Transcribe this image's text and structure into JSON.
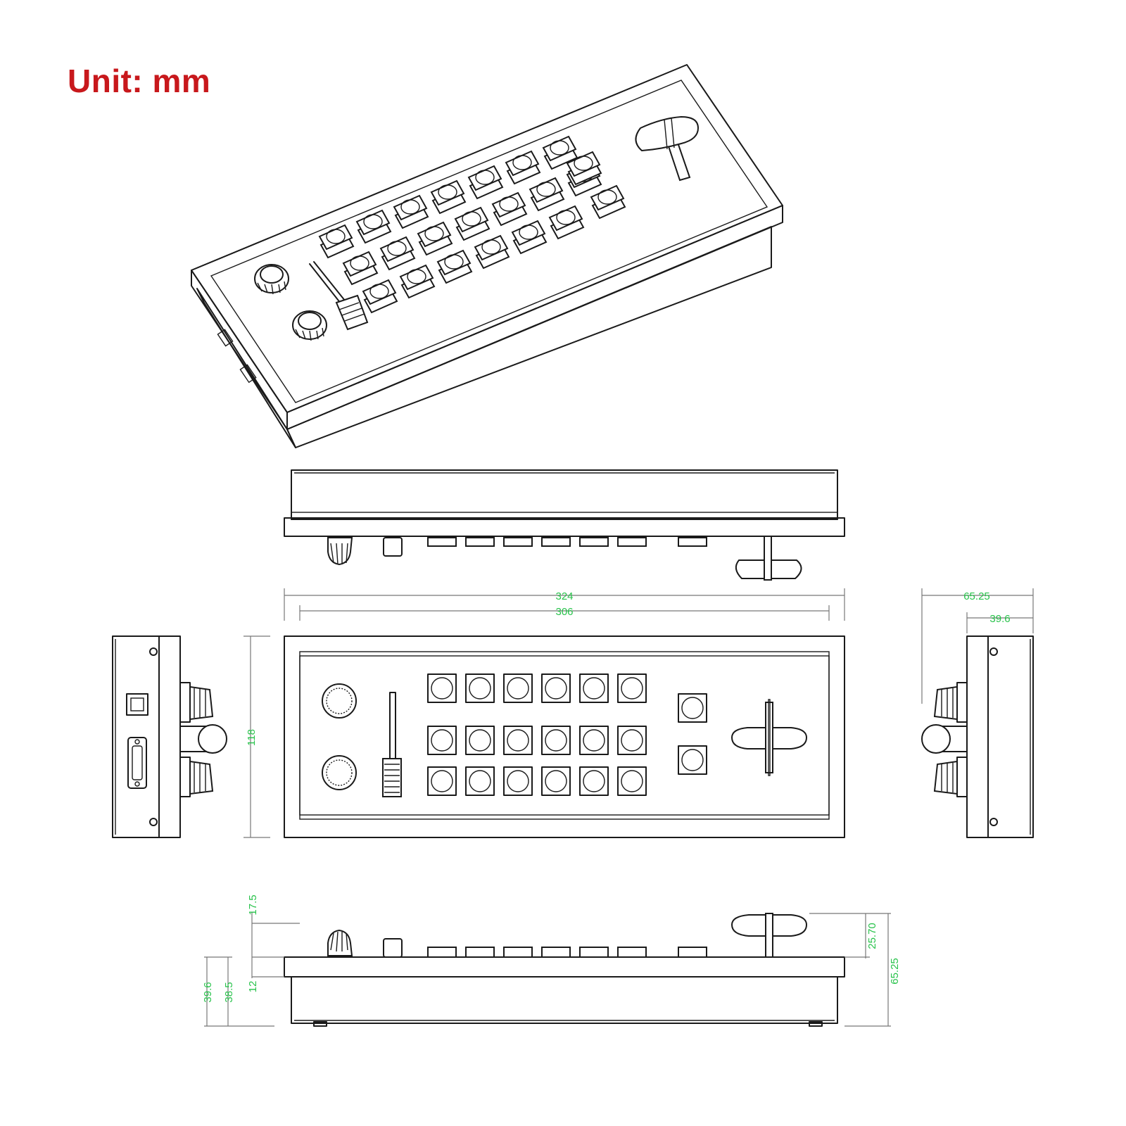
{
  "title": "Unit: mm",
  "colors": {
    "title": "#c8181c",
    "dimension_text": "#27c24a",
    "line": "#1a1a1a"
  },
  "dimensions": {
    "overall_length": "324",
    "inner_length": "306",
    "depth": "118",
    "side_depth": "65.25",
    "side_inner": "39.6",
    "knob_height": "17.5",
    "body_height_outer": "39.6",
    "body_height_inner": "38.5",
    "frame_thickness": "12",
    "joystick_height": "25.70",
    "total_height": "65.25"
  },
  "views": [
    "isometric",
    "front",
    "top",
    "left",
    "right",
    "bottom"
  ]
}
